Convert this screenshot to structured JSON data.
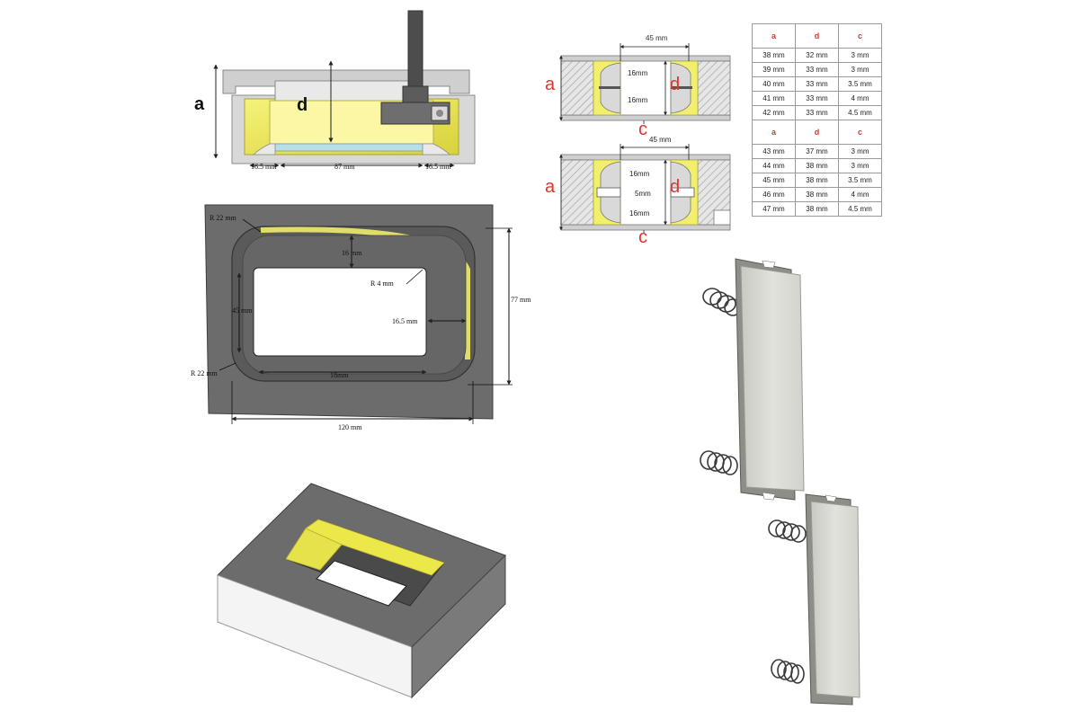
{
  "colors": {
    "gray": "#6c6c6c",
    "dark_gray": "#555555",
    "yellow": "#f0ec5a",
    "accent": "#e0342c",
    "table_border": "#9a9a9a"
  },
  "section_view": {
    "label_a": "a",
    "label_d": "d",
    "dim_left": "16.5 mm",
    "dim_middle": "87 mm",
    "dim_right": "16.5 mm"
  },
  "top_view": {
    "radius_top": "R 22 mm",
    "radius_bottom": "R 22 mm",
    "radius_inner": "R 4 mm",
    "dim_16": "16 mm",
    "dim_45": "45 mm",
    "dim_77": "77 mm",
    "dim_16_5": "16.5 mm",
    "dim_18": "18mm",
    "dim_120": "120 mm"
  },
  "cross_section_1": {
    "width": "45 mm",
    "upper": "16mm",
    "lower": "16mm",
    "label_a": "a",
    "label_d": "d",
    "label_c": "c"
  },
  "cross_section_2": {
    "width": "45 mm",
    "upper": "16mm",
    "middle": "5mm",
    "lower": "16mm",
    "label_a": "a",
    "label_d": "d",
    "label_c": "c"
  },
  "table": {
    "headers": [
      "a",
      "d",
      "c"
    ],
    "group1": [
      [
        "38 mm",
        "32 mm",
        "3 mm"
      ],
      [
        "39 mm",
        "33 mm",
        "3 mm"
      ],
      [
        "40 mm",
        "33 mm",
        "3.5 mm"
      ],
      [
        "41 mm",
        "33 mm",
        "4 mm"
      ],
      [
        "42 mm",
        "33 mm",
        "4.5 mm"
      ]
    ],
    "group2": [
      [
        "43 mm",
        "37 mm",
        "3 mm"
      ],
      [
        "44 mm",
        "38 mm",
        "3 mm"
      ],
      [
        "45 mm",
        "38 mm",
        "3.5 mm"
      ],
      [
        "46 mm",
        "38 mm",
        "4 mm"
      ],
      [
        "47 mm",
        "38 mm",
        "4.5 mm"
      ]
    ]
  }
}
